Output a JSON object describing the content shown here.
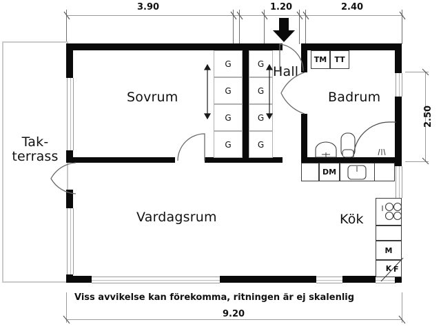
{
  "plan": {
    "rooms": [
      {
        "key": "takterrass",
        "label_line1": "Tak-",
        "label_line2": "terrass"
      },
      {
        "key": "sovrum",
        "label": "Sovrum"
      },
      {
        "key": "hall",
        "label": "Hall"
      },
      {
        "key": "badrum",
        "label": "Badrum"
      },
      {
        "key": "vardagsrum",
        "label": "Vardagsrum"
      },
      {
        "key": "kok",
        "label": "Kök"
      }
    ],
    "closets": {
      "label": "G",
      "left_column": [
        "G",
        "G",
        "G",
        "G"
      ],
      "right_column": [
        "G",
        "G",
        "G",
        "G"
      ]
    },
    "appliances": [
      {
        "key": "tm",
        "label": "TM"
      },
      {
        "key": "tt",
        "label": "TT"
      },
      {
        "key": "dm",
        "label": "DM"
      },
      {
        "key": "m",
        "label": "M"
      },
      {
        "key": "k",
        "label": "K"
      },
      {
        "key": "f",
        "label": "F"
      }
    ],
    "dimensions": {
      "top": [
        {
          "key": "d-3-90",
          "value": "3.90"
        },
        {
          "key": "d-1-20",
          "value": "1.20"
        },
        {
          "key": "d-2-40",
          "value": "2.40"
        }
      ],
      "right": [
        {
          "key": "d-2-50",
          "value": "2.50"
        }
      ],
      "bottom": [
        {
          "key": "d-9-20",
          "value": "9.20"
        }
      ]
    },
    "disclaimer": "Viss avvikelse kan förekomma, ritningen är ej skalenlig",
    "colors": {
      "wall": "#0a0a0a",
      "thin_wall": "#8a8a8a",
      "dimension": "#9a9a9a",
      "background": "#ffffff",
      "text": "#111111"
    }
  }
}
